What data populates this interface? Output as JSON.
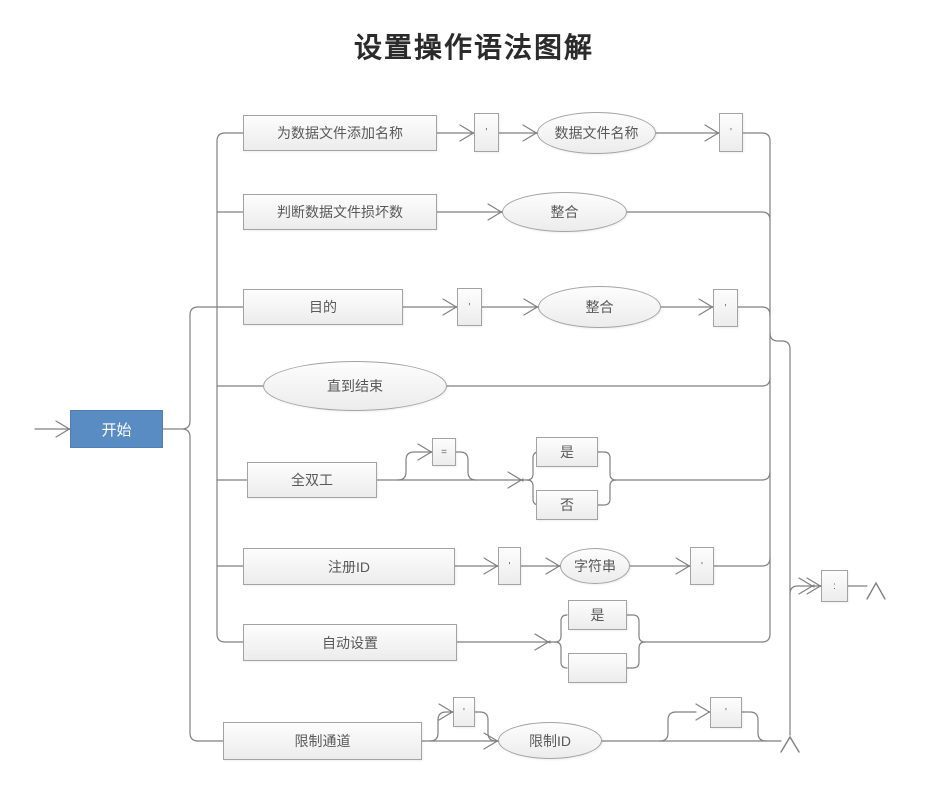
{
  "title": "设置操作语法图解",
  "diagram": {
    "start": {
      "label": "开始"
    },
    "rows": [
      {
        "rect": "为数据文件添加名称",
        "quote_open": "'",
        "ellipse": "数据文件名称",
        "quote_close": "'"
      },
      {
        "rect": "判断数据文件损坏数",
        "ellipse": "整合"
      },
      {
        "rect": "目的",
        "quote_open": "'",
        "ellipse": "整合",
        "quote_close": "'"
      },
      {
        "ellipse": "直到结束"
      },
      {
        "rect": "全双工",
        "operator": "=",
        "option_yes": "是",
        "option_no": "否"
      },
      {
        "rect": "注册ID",
        "quote_open": "'",
        "ellipse": "字符串",
        "quote_close": "'"
      },
      {
        "rect": "自动设置",
        "option_yes": "是",
        "option_empty": ""
      },
      {
        "rect": "限制通道",
        "quote_open": "'",
        "ellipse": "限制ID",
        "quote_close": "'"
      }
    ],
    "terminal": {
      "label": ":"
    },
    "colors": {
      "start_fill": "#5a8cc4",
      "start_text": "#ffffff",
      "connector": "#808080",
      "node_border": "#a3a3a3",
      "node_fill_top": "#fdfdfd",
      "node_fill_bottom": "#ececec",
      "node_text": "#595959",
      "title_text": "#2b2b2b"
    }
  }
}
